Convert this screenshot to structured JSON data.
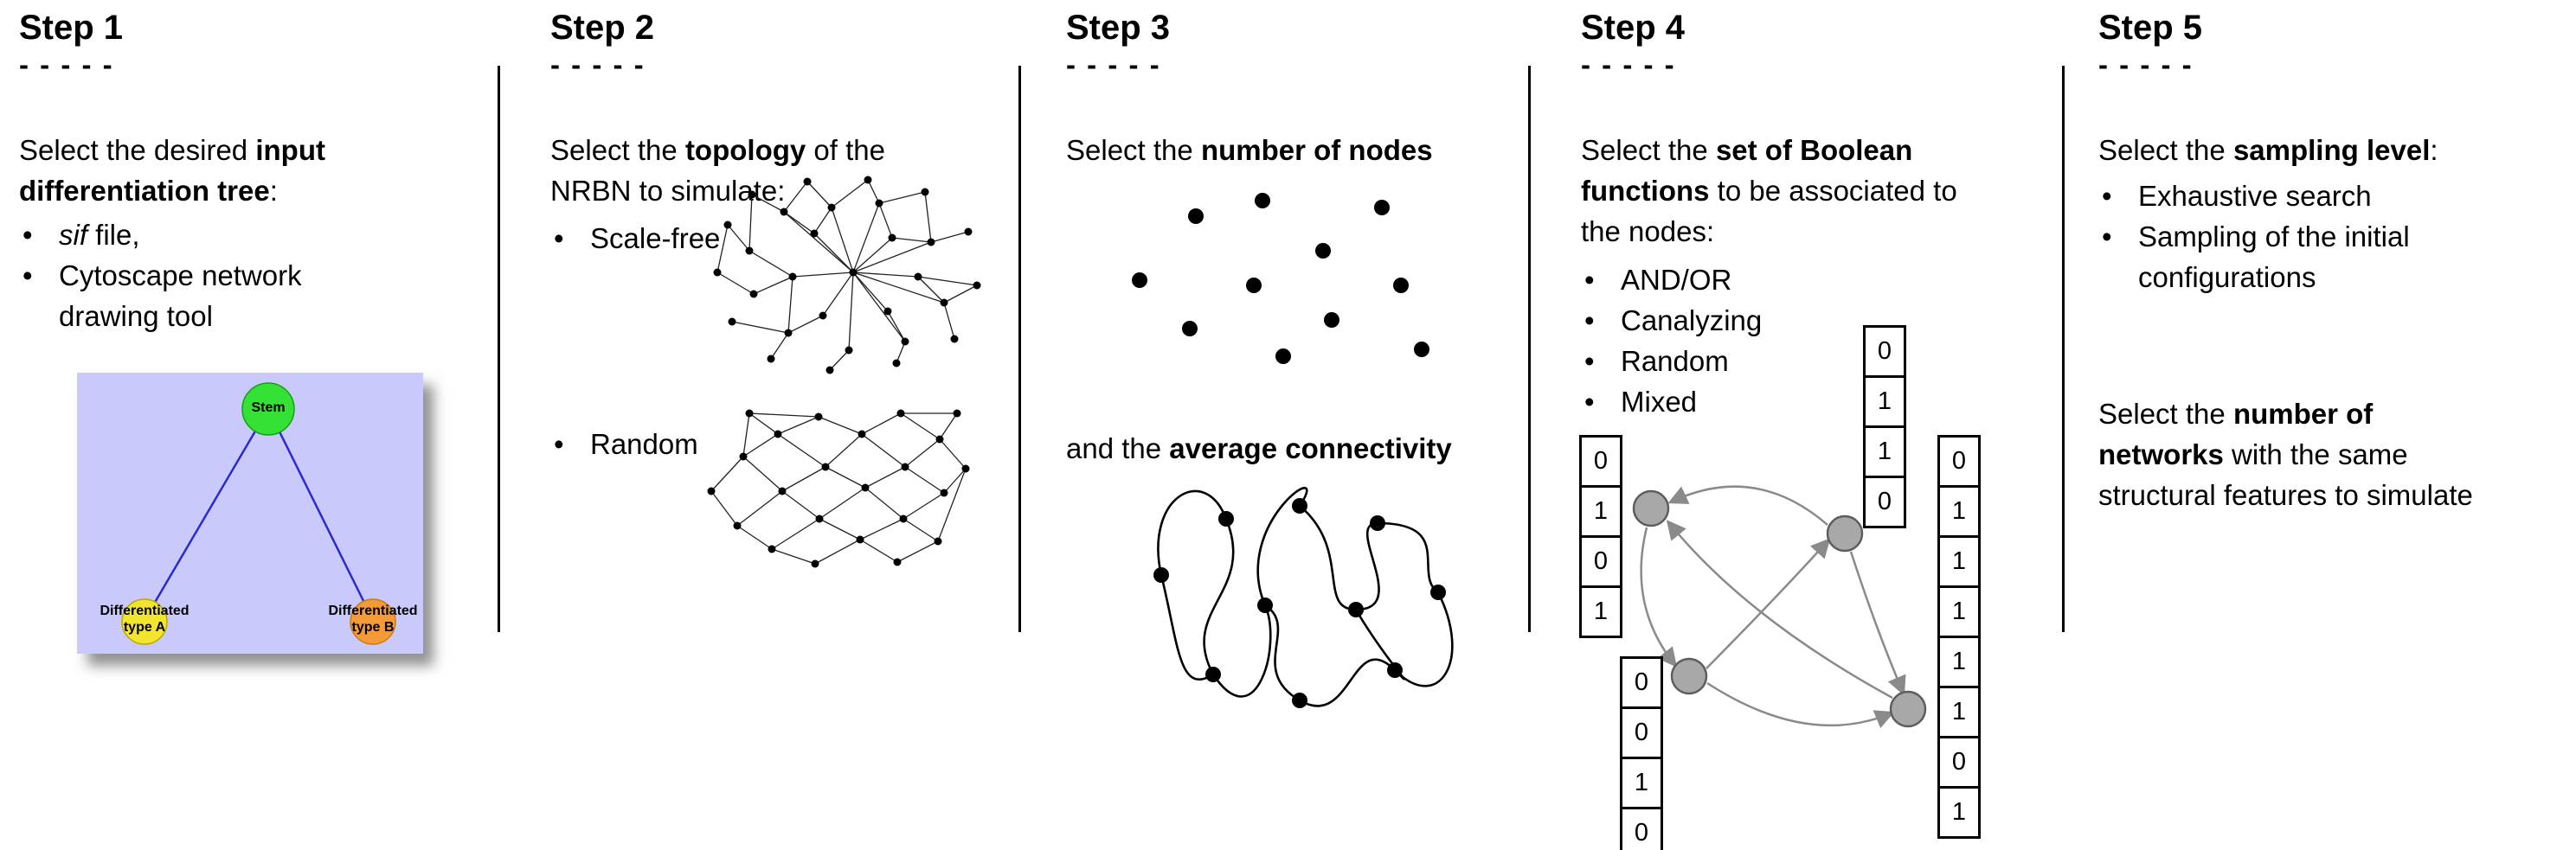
{
  "steps": [
    {
      "title": "Step 1",
      "dashes": "- - - - -",
      "intro": {
        "pre": "Select the desired ",
        "bold1": "input",
        "bold2": "differentiation tree",
        "post": ":"
      },
      "bullets": [
        {
          "italic": "sif",
          "rest": " file,"
        },
        {
          "text": "Cytoscape network drawing tool"
        }
      ],
      "tree": {
        "stem_label": "Stem",
        "left_label": "Differentiated\ntype A",
        "right_label": "Differentiated\ntype B",
        "colors": {
          "background": "#c9c9fb",
          "stem": "#35e135",
          "left": "#f2e530",
          "right": "#f59a38",
          "edge": "#2a2ad0"
        }
      }
    },
    {
      "title": "Step 2",
      "dashes": "- - - - -",
      "intro": {
        "pre": "Select the ",
        "bold": "topology",
        "mid": " of the",
        "line2": "NRBN to simulate:"
      },
      "bullets": [
        {
          "text": "Scale-free"
        },
        {
          "text": "Random"
        }
      ]
    },
    {
      "title": "Step 3",
      "dashes": "- - - - -",
      "line1": {
        "pre": "Select the ",
        "bold": "number of nodes"
      },
      "line2": {
        "pre": "and the ",
        "bold": "average connectivity"
      }
    },
    {
      "title": "Step 4",
      "dashes": "- - - - -",
      "intro": {
        "pre": "Select the ",
        "bold1": "set of Boolean",
        "bold2": "functions",
        "mid": " to be associated to",
        "line3": "the nodes:"
      },
      "bullets": [
        {
          "text": "AND/OR"
        },
        {
          "text": "Canalyzing"
        },
        {
          "text": "Random"
        },
        {
          "text": "Mixed"
        }
      ],
      "truth_tables": {
        "left": [
          "0",
          "1",
          "0",
          "1"
        ],
        "top": [
          "0",
          "1",
          "1",
          "0"
        ],
        "bottom_left": [
          "0",
          "0",
          "1",
          "0"
        ],
        "right": [
          "0",
          "1",
          "1",
          "1",
          "1",
          "1",
          "0",
          "1"
        ]
      }
    },
    {
      "title": "Step 5",
      "dashes": "- - - - -",
      "intro": {
        "pre": "Select the ",
        "bold": "sampling level",
        "post": ":"
      },
      "bullets": [
        {
          "text": "Exhaustive search"
        },
        {
          "text": "Sampling of the initial configurations"
        }
      ],
      "second": {
        "pre": "Select the ",
        "bold1": "number of",
        "bold2": "networks",
        "mid": " with the same",
        "line3": "structural features to simulate"
      }
    }
  ]
}
